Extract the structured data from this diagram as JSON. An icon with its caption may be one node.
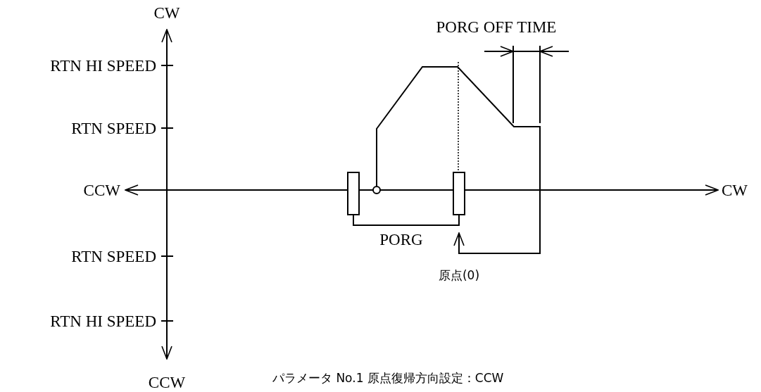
{
  "diagram": {
    "caption": "パラメータ No.1 原点復帰方向設定：CCW",
    "labels": [
      "CW",
      "PORG OFF TIME",
      "RTN HI SPEED",
      "RTN SPEED",
      "CCW",
      "CW",
      "PORG",
      "RTN SPEED",
      "原点(0)",
      "RTN HI SPEED",
      "CCW"
    ]
  }
}
